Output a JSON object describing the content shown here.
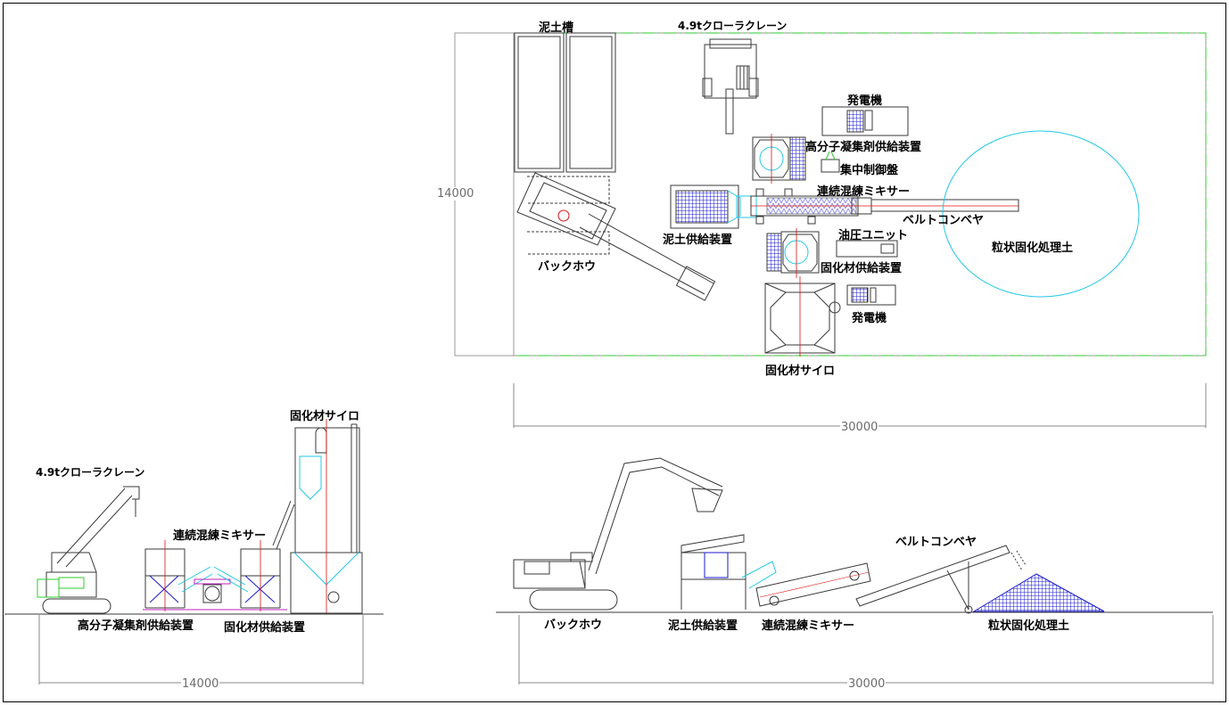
{
  "plan": {
    "labels": {
      "mud_tank": "泥土槽",
      "crane": "4.9tクローラクレーン",
      "generator_top": "発電機",
      "polymer_feeder": "高分子凝集剤供給装置",
      "control_panel": "集中制御盤",
      "mixer": "連続混練ミキサー",
      "belt_conveyor": "ベルトコンベヤ",
      "mud_feeder": "泥土供給装置",
      "hydraulic_unit": "油圧ユニット",
      "solidifier_feeder": "固化材供給装置",
      "generator_bottom": "発電機",
      "backhoe": "バックホウ",
      "silo": "固化材サイロ",
      "treated_soil": "粒状固化処理土"
    },
    "dim_height": "14000",
    "dim_width": "30000"
  },
  "side_elevation": {
    "labels": {
      "silo": "固化材サイロ",
      "crane": "4.9tクローラクレーン",
      "mixer": "連続混練ミキサー",
      "polymer_feeder": "高分子凝集剤供給装置",
      "solidifier_feeder": "固化材供給装置"
    },
    "dim_width": "14000"
  },
  "front_elevation": {
    "labels": {
      "belt_conveyor": "ベルトコンベヤ",
      "backhoe": "バックホウ",
      "mud_feeder": "泥土供給装置",
      "mixer": "連続混練ミキサー",
      "treated_soil": "粒状固化処理土"
    },
    "dim_width": "30000"
  },
  "colors": {
    "line": "#3a3a3a",
    "green": "#2ecc2e",
    "cyan": "#22c8e6",
    "blue": "#1a1ad0",
    "red": "#e01010",
    "magenta": "#c020c0",
    "dim": "#8a8a8a"
  }
}
